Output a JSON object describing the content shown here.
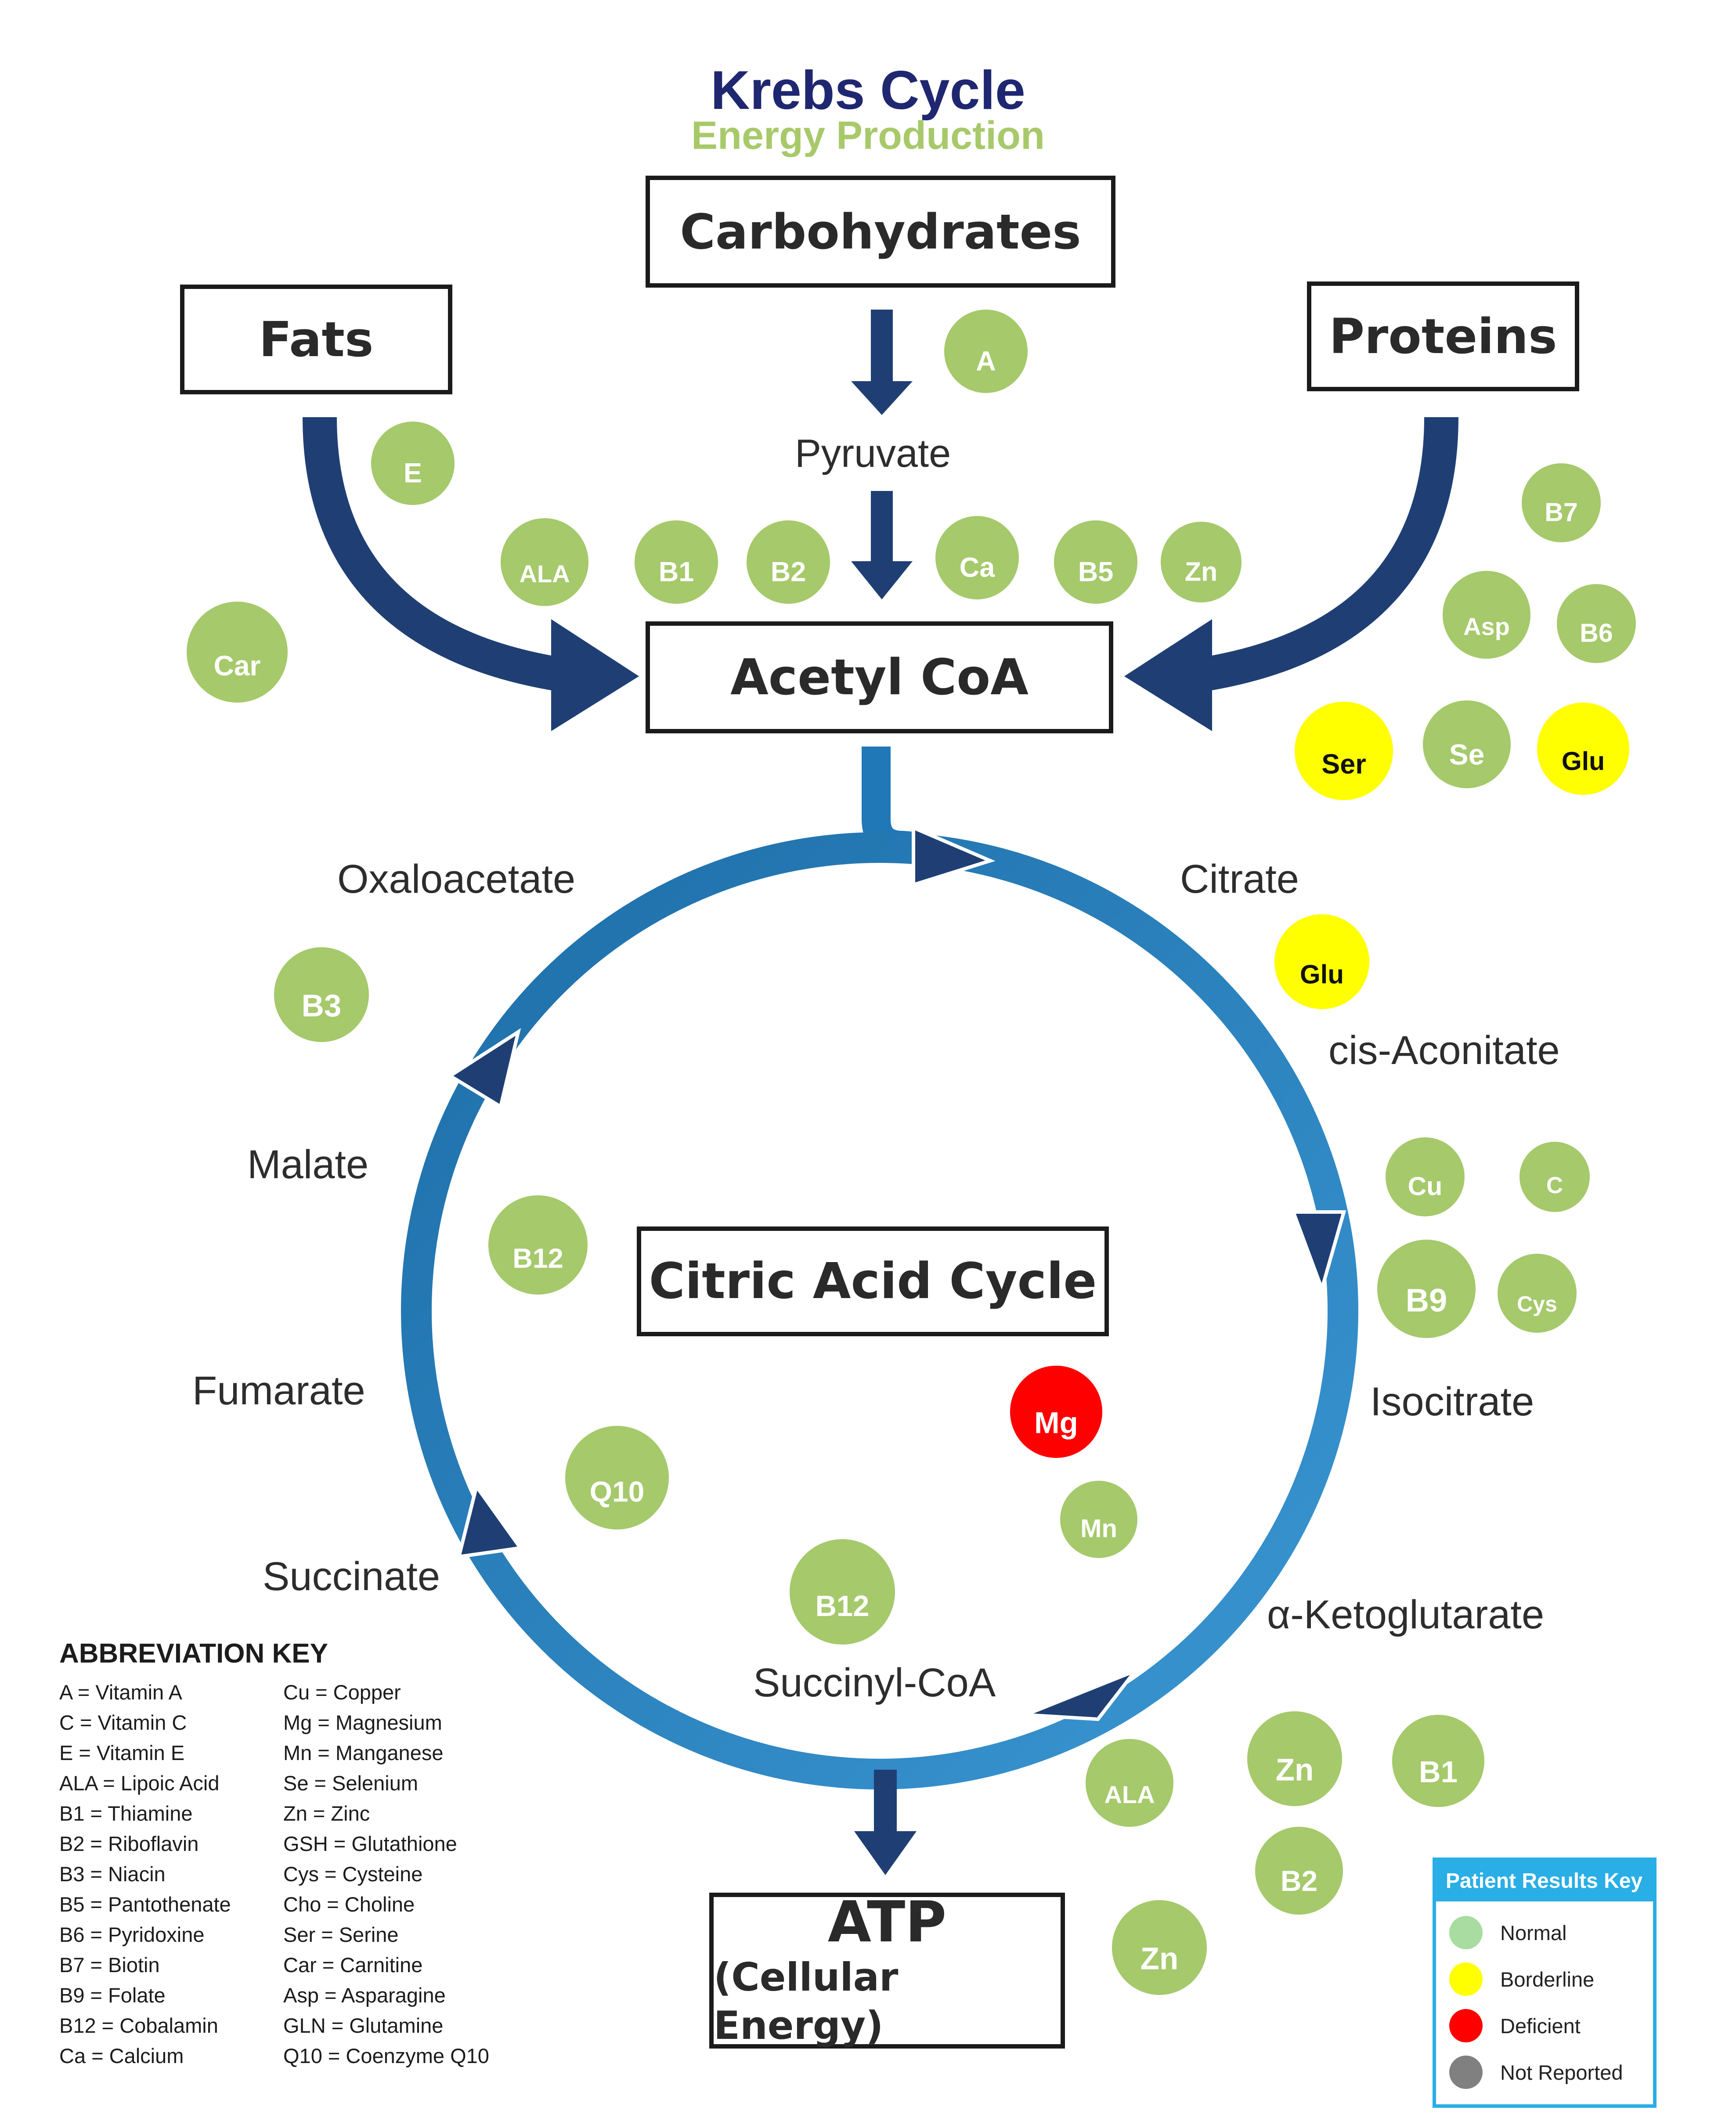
{
  "header": {
    "title": "Krebs Cycle",
    "subtitle": "Energy Production"
  },
  "boxes": {
    "carbohydrates": "Carbohydrates",
    "fats": "Fats",
    "proteins": "Proteins",
    "acetyl_coa": "Acetyl CoA",
    "citric_acid_cycle": "Citric Acid Cycle",
    "atp_title": "ATP",
    "atp_sub": "(Cellular Energy)"
  },
  "intermediates": {
    "pyruvate": "Pyruvate",
    "oxaloacetate": "Oxaloacetate",
    "citrate": "Citrate",
    "cis_aconitate": "cis-Aconitate",
    "isocitrate": "Isocitrate",
    "alpha_ketoglutarate": "α-Ketoglutarate",
    "succinyl_coa": "Succinyl-CoA",
    "succinate": "Succinate",
    "fumarate": "Fumarate",
    "malate": "Malate"
  },
  "colors": {
    "title": "#1f2770",
    "subtitle": "#a8c96a",
    "normal": "#a5c96b",
    "borderline": "#ffff00",
    "deficient": "#ff0000",
    "not_reported": "#808080",
    "arrow": "#1f3f74",
    "cycle": "#2078b6",
    "legend_border": "#29aee5"
  },
  "nutrients": [
    {
      "label": "A",
      "status": "normal"
    },
    {
      "label": "E",
      "status": "normal"
    },
    {
      "label": "ALA",
      "status": "normal"
    },
    {
      "label": "B1",
      "status": "normal"
    },
    {
      "label": "B2",
      "status": "normal"
    },
    {
      "label": "Ca",
      "status": "normal"
    },
    {
      "label": "B5",
      "status": "normal"
    },
    {
      "label": "Zn",
      "status": "normal"
    },
    {
      "label": "Car",
      "status": "normal"
    },
    {
      "label": "B7",
      "status": "normal"
    },
    {
      "label": "Asp",
      "status": "normal"
    },
    {
      "label": "B6",
      "status": "normal"
    },
    {
      "label": "Ser",
      "status": "borderline"
    },
    {
      "label": "Se",
      "status": "normal"
    },
    {
      "label": "Glu",
      "status": "borderline"
    },
    {
      "label": "Glu",
      "status": "borderline"
    },
    {
      "label": "B3",
      "status": "normal"
    },
    {
      "label": "Cu",
      "status": "normal"
    },
    {
      "label": "C",
      "status": "normal"
    },
    {
      "label": "B9",
      "status": "normal"
    },
    {
      "label": "Cys",
      "status": "normal"
    },
    {
      "label": "B12",
      "status": "normal"
    },
    {
      "label": "Mg",
      "status": "deficient"
    },
    {
      "label": "Mn",
      "status": "normal"
    },
    {
      "label": "Q10",
      "status": "normal"
    },
    {
      "label": "B12",
      "status": "normal"
    },
    {
      "label": "ALA",
      "status": "normal"
    },
    {
      "label": "Zn",
      "status": "normal"
    },
    {
      "label": "B1",
      "status": "normal"
    },
    {
      "label": "B2",
      "status": "normal"
    },
    {
      "label": "Zn",
      "status": "normal"
    }
  ],
  "abbreviation_key": {
    "title": "ABBREVIATION KEY",
    "col1": [
      "A = Vitamin A",
      "C = Vitamin C",
      "E = Vitamin E",
      "ALA = Lipoic Acid",
      "B1 = Thiamine",
      "B2 = Riboflavin",
      "B3 = Niacin",
      "B5 = Pantothenate",
      "B6 = Pyridoxine",
      "B7 = Biotin",
      "B9 = Folate",
      "B12 = Cobalamin",
      "Ca = Calcium"
    ],
    "col2": [
      "Cu = Copper",
      "Mg = Magnesium",
      "Mn = Manganese",
      "Se = Selenium",
      "Zn = Zinc",
      "GSH = Glutathione",
      "Cys = Cysteine",
      "Cho = Choline",
      "Ser = Serine",
      "Car = Carnitine",
      "Asp = Asparagine",
      "GLN = Glutamine",
      "Q10 = Coenzyme Q10"
    ]
  },
  "legend": {
    "title": "Patient Results Key",
    "items": [
      {
        "label": "Normal",
        "color": "#a8dca0"
      },
      {
        "label": "Borderline",
        "color": "#ffff00"
      },
      {
        "label": "Deficient",
        "color": "#ff0000"
      },
      {
        "label": "Not Reported",
        "color": "#808080"
      }
    ]
  }
}
